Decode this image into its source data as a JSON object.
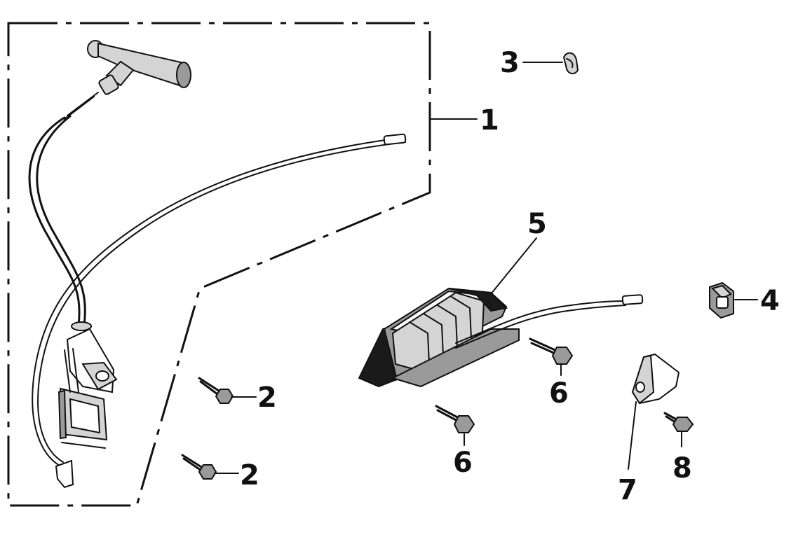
{
  "diagram": {
    "callouts": [
      {
        "id": "1",
        "label": "1"
      },
      {
        "id": "2a",
        "label": "2"
      },
      {
        "id": "2b",
        "label": "2"
      },
      {
        "id": "3",
        "label": "3"
      },
      {
        "id": "4",
        "label": "4"
      },
      {
        "id": "5",
        "label": "5"
      },
      {
        "id": "6a",
        "label": "6"
      },
      {
        "id": "6b",
        "label": "6"
      },
      {
        "id": "7",
        "label": "7"
      },
      {
        "id": "8",
        "label": "8"
      }
    ]
  }
}
